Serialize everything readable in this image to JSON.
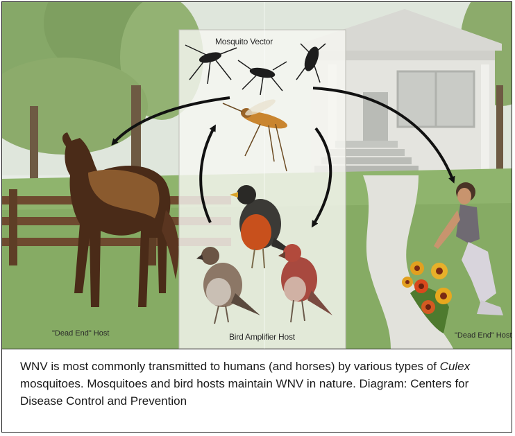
{
  "diagram": {
    "labels": {
      "vector": "Mosquito Vector",
      "amplifier": "Bird Amplifier Host",
      "dead_end_left": "\"Dead End\" Host",
      "dead_end_right": "\"Dead End\" Host"
    }
  },
  "caption": {
    "part1": "WNV is most commonly transmitted to humans (and horses) by various types of ",
    "italic": "Culex",
    "part2": " mosquitoes.  Mosquitoes and bird hosts maintain WNV in nature.  Diagram: Centers for Disease Control and Prevention"
  },
  "colors": {
    "sky": "#e6ece8",
    "grass": "#8bb06a",
    "tree": "#7fa262",
    "panel": "#f6f6f2",
    "arrow": "#111111",
    "horse": "#4a2b18",
    "robin_breast": "#c8501c"
  }
}
